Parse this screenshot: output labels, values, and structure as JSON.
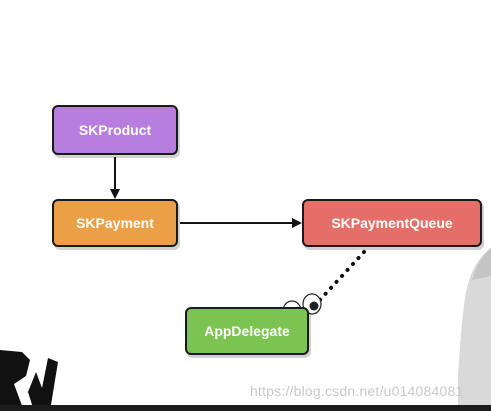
{
  "colors": {
    "skproduct": "#b77ee0",
    "skpayment": "#eba047",
    "queue": "#e66e68",
    "appdelegate": "#7bc452",
    "outline": "#1a1a1a"
  },
  "nodes": {
    "skproduct": "SKProduct",
    "skpayment": "SKPayment",
    "queue": "SKPaymentQueue",
    "appdelegate": "AppDelegate"
  },
  "icons": {
    "eyes": "googly-eyes-icon",
    "logo": "logo-icon",
    "person": "presenter-figure"
  },
  "watermark": "https://blog.csdn.net/u014084081"
}
